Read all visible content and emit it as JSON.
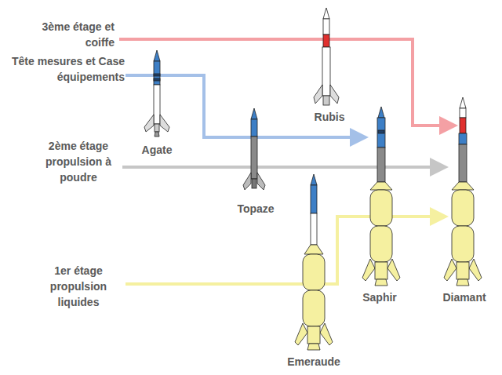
{
  "diagram": {
    "labels": [
      "3ème étage et coiffe",
      "Tête mesures et Case équipements",
      "2ème étage propulsion à poudre",
      "1er étage propulsion liquides",
      "Agate",
      "Topaze",
      "Rubis",
      "Saphir",
      "Emeraude",
      "Diamant"
    ]
  }
}
